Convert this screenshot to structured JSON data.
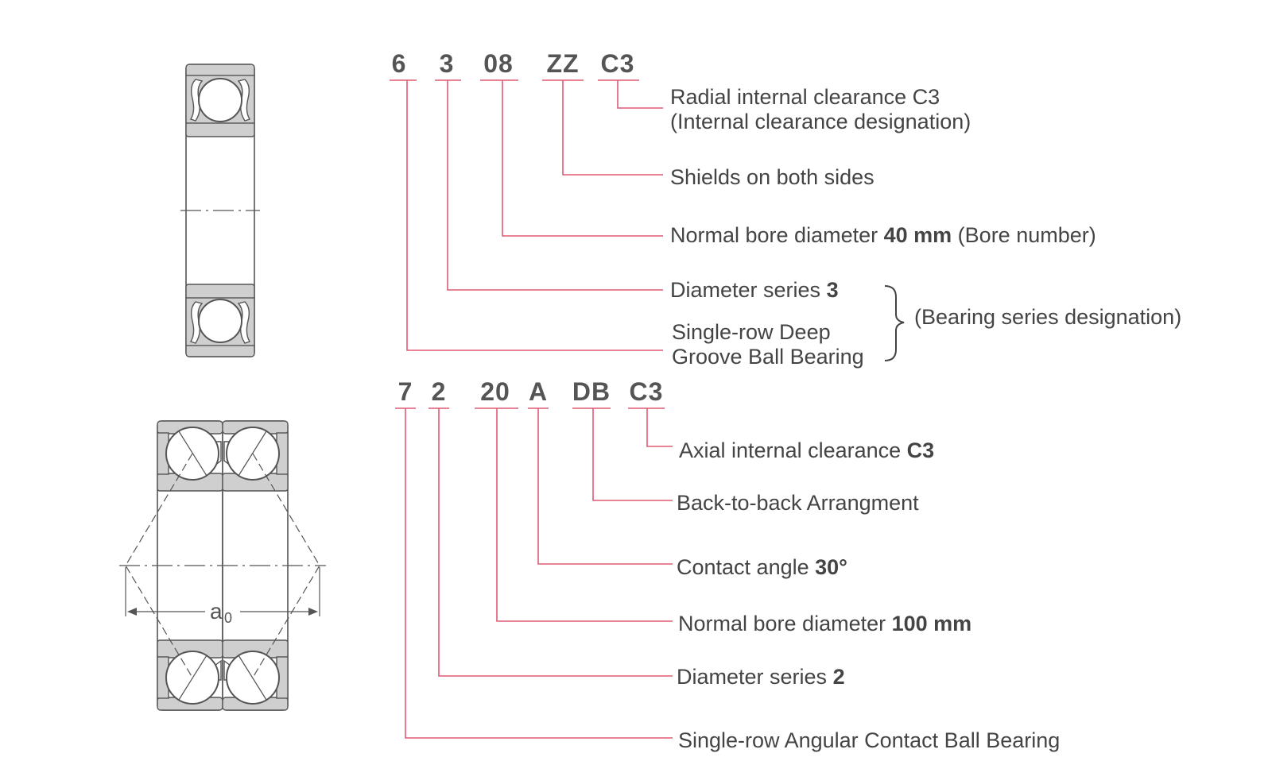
{
  "top": {
    "code": {
      "c1": "6",
      "c2": "3",
      "c3": "08",
      "c4": "ZZ",
      "c5": "C3"
    },
    "labels": {
      "clearance_line1": "Radial internal clearance C3",
      "clearance_line2": "(Internal clearance designation)",
      "shields": "Shields on both sides",
      "bore_pre": "Normal bore diameter ",
      "bore_value": "40 mm",
      "bore_post": " (Bore number)",
      "diam_pre": "Diameter series ",
      "diam_value": "3",
      "type_line1": "Single-row Deep",
      "type_line2": "Groove Ball Bearing",
      "series_designation": "(Bearing series designation)"
    }
  },
  "bottom": {
    "code": {
      "c1": "7",
      "c2": "2",
      "c3": "20",
      "c4": "A",
      "c5": "DB",
      "c6": "C3"
    },
    "labels": {
      "axial_pre": "Axial internal clearance ",
      "axial_value": "C3",
      "arrangement": "Back-to-back Arrangment",
      "angle_pre": "Contact angle ",
      "angle_value": "30°",
      "bore_pre": "Normal bore diameter ",
      "bore_value": "100 mm",
      "diam_pre": "Diameter series ",
      "diam_value": "2",
      "type": "Single-row Angular Contact Ball Bearing"
    }
  },
  "drawing": {
    "dim_label": "a",
    "dim_sub": "0"
  },
  "colors": {
    "leader": "#e05a73",
    "text": "#444444",
    "code": "#555555",
    "ring_fill": "#cfcfcf"
  }
}
